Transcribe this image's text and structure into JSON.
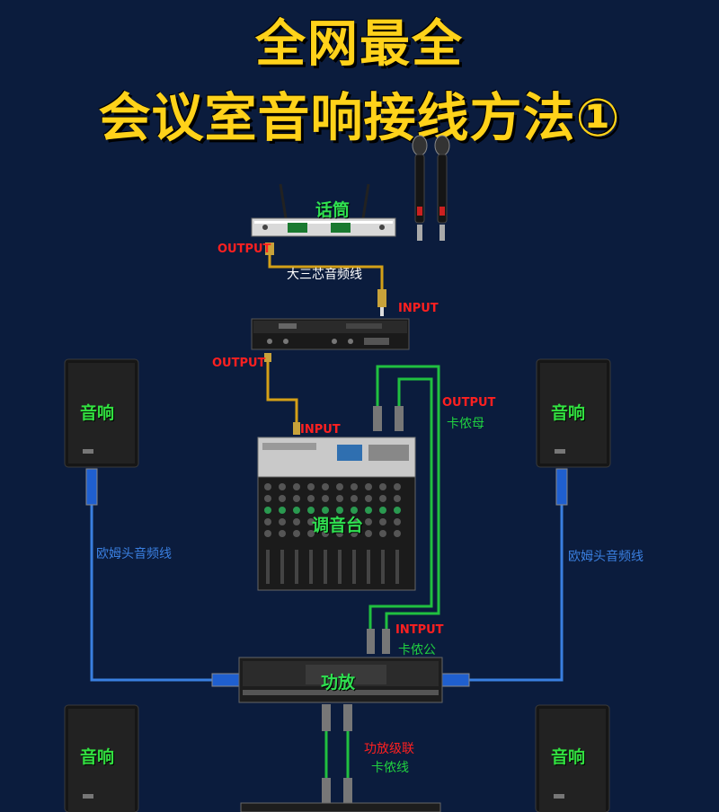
{
  "title": {
    "line1": "全网最全",
    "line2": "会议室音响接线方法①"
  },
  "devices": {
    "microphone": "话筒",
    "mixer": "调音台",
    "amplifier": "功放"
  },
  "speakers": {
    "top_left": "音响",
    "top_right": "音响",
    "bottom_left": "音响",
    "bottom_right": "音响"
  },
  "ports": {
    "mic_output": "OUTPUT",
    "processor_input": "INPUT",
    "processor_output": "OUTPUT",
    "mixer_input": "INPUT",
    "mixer_output": "OUTPUT",
    "amp_input": "INTPUT"
  },
  "cables": {
    "trs_cable": "大三芯音频线",
    "xlr_female": "卡侬母",
    "xlr_male": "卡侬公",
    "speakon_left": "欧姆头音频线",
    "speakon_right": "欧姆头音频线",
    "cascade_line1": "功放级联",
    "cascade_line2": "卡侬线"
  },
  "colors": {
    "background": "#0b1c3d",
    "title": "#ffd21a",
    "port_label": "#ff2020",
    "device_label": "#2fe050",
    "speakon_cable": "#3a7fe0",
    "xlr_cable": "#20c040",
    "audio_cable": "#d4a017"
  }
}
